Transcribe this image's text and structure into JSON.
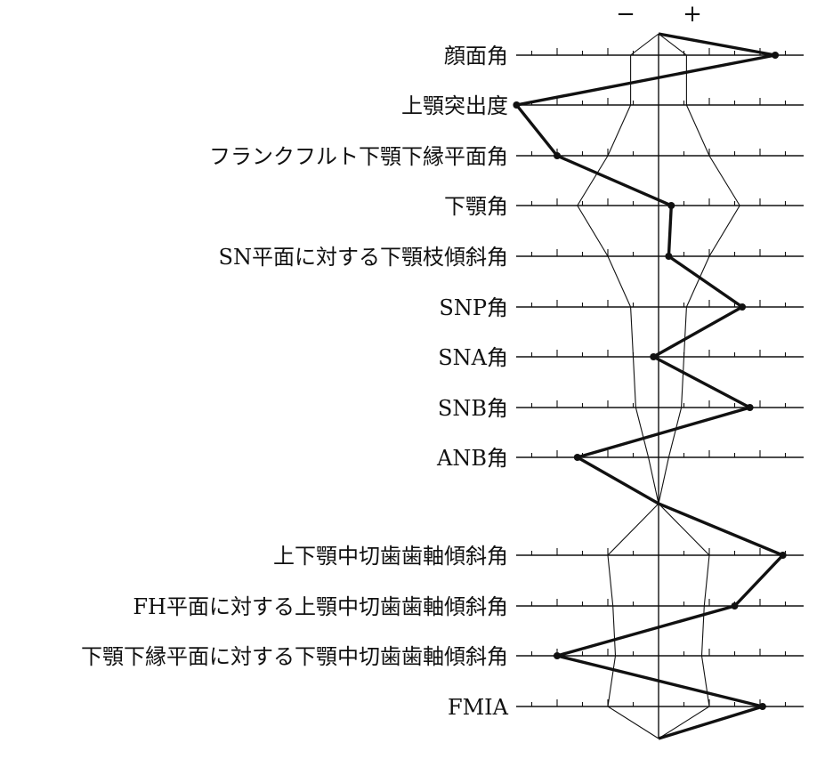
{
  "chart_data": {
    "type": "line",
    "title": "",
    "legend": {
      "minus": "−",
      "plus": "+"
    },
    "categories": [
      "顔面角",
      "上顎突出度",
      "フランクフルト下顎下縁平面角",
      "下顎角",
      "SN平面に対する下顎枝傾斜角",
      "SNP角",
      "SNA角",
      "SNB角",
      "ANB角",
      "上下顎中切歯歯軸傾斜角",
      "FH平面に対する上顎中切歯歯軸傾斜角",
      "下顎下縁平面に対する下顎中切歯歯軸傾斜角",
      "FMIA"
    ],
    "groups": [
      [
        0,
        8
      ],
      [
        9,
        12
      ]
    ],
    "xlim": [
      -2.8,
      2.8
    ],
    "units": "standard deviation",
    "series": [
      {
        "role": "profile",
        "values": [
          2.3,
          -2.8,
          -2.0,
          0.25,
          0.2,
          1.65,
          -0.1,
          1.8,
          -1.6,
          2.45,
          1.5,
          -2.0,
          2.05
        ]
      },
      {
        "role": "norm-band",
        "values": [
          0.55,
          0.55,
          1.0,
          1.6,
          1.0,
          0.55,
          0.5,
          0.45,
          0.2,
          1.0,
          0.9,
          0.85,
          1.0
        ]
      }
    ]
  }
}
